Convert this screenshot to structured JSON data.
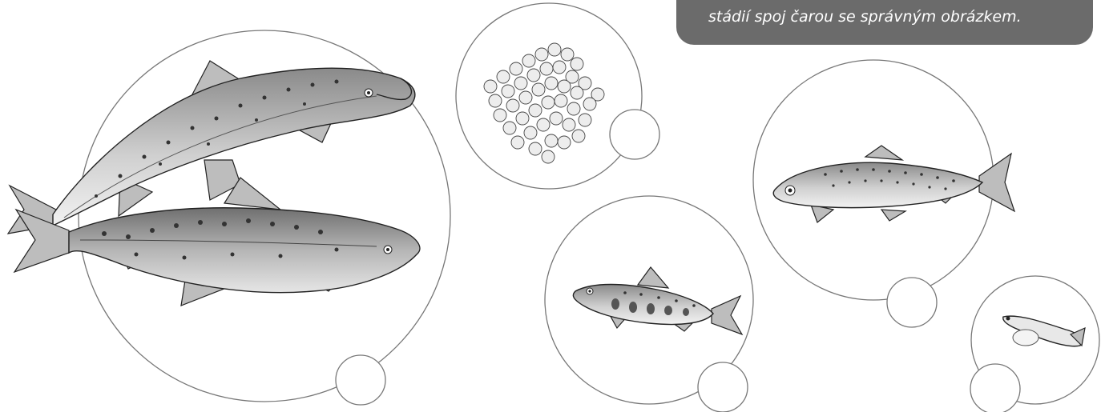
{
  "instruction": {
    "text": "stádií spoj čarou se správným obrázkem.",
    "background": "#6b6b6b",
    "color": "#ffffff"
  },
  "stages": [
    {
      "id": "adult-salmon-pair",
      "icon": "adult-salmon-pair-icon"
    },
    {
      "id": "eggs",
      "icon": "fish-eggs-icon"
    },
    {
      "id": "juvenile-parr",
      "icon": "parr-fish-icon"
    },
    {
      "id": "young-salmon",
      "icon": "smolt-fish-icon"
    },
    {
      "id": "alevin",
      "icon": "alevin-icon"
    }
  ]
}
